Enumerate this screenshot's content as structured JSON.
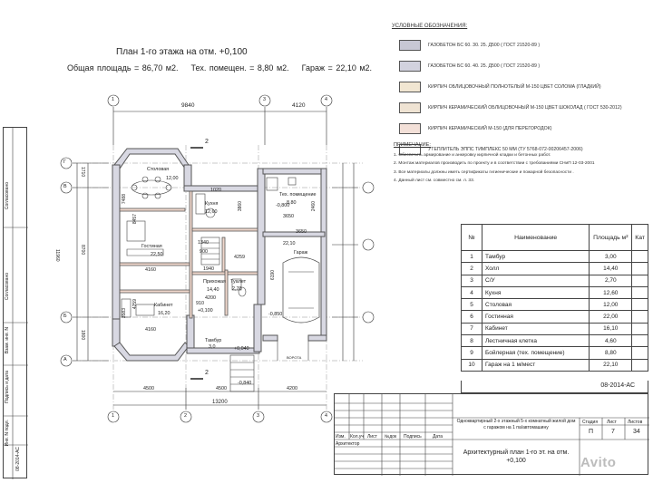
{
  "plan": {
    "title": "План 1-го этажа на отм. +0,100",
    "total_area": "Общая площадь = 86,70 м2.",
    "tech_room": "Тех. помещен. = 8,80 м2.",
    "garage": "Гараж = 22,10 м2."
  },
  "legend": {
    "header": "УСЛОВНЫЕ ОБОЗНАЧЕНИЯ:",
    "items": [
      {
        "label": "ГАЗОБЕТОН  БС 60. 30. 25. Д500  ( ГОСТ 21520-89 )",
        "color": "#c7c7d4"
      },
      {
        "label": "ГАЗОБЕТОН  БС 60. 40. 25. Д500 ( ГОСТ 21520-89 )",
        "color": "#d2d2de"
      },
      {
        "label": "КИРПИЧ ОБЛИЦОВОЧНЫЙ ПОЛНОТЕЛЫЙ М-150  ЦВЕТ СОЛОМА (ГЛАДКИЙ)",
        "color": "#f1e6d2"
      },
      {
        "label": "КИРПИЧ КЕРАМИЧЕСКИЙ ОБЛИЦОВОЧНЫЙ М-150  ЦВЕТ ШОКОЛАД ( ГОСТ 530-2012)",
        "color": "#efe3d3"
      },
      {
        "label": "КИРПИЧ КЕРАМИЧЕСКИЙ  М-150 (ДЛЯ  ПЕРЕГОРОДОК)",
        "color": "#f3e0d8"
      },
      {
        "label": "УТЕПЛИТЕЛЬ ЭППС ТИМПЛЕКС 50 ММ (ТУ 5768-072-00206457-2006)",
        "color": "#ffffff"
      }
    ]
  },
  "notes": {
    "header": "ПРИМЕЧАНИЕ:",
    "items": [
      "1. Обеспечить армирование и анкеровку кирпичной кладки и бетонных работ.",
      "2. Монтаж материалов производить по проекту и в соответствии с требованиями СНиП 12-03-2001",
      "3. Все материалы должны иметь сертификаты гигиенические и пожарной безопасности .",
      "4. Данный лист см. совместно см. л.   33."
    ]
  },
  "rooms_table": {
    "headers": {
      "num": "№",
      "name": "Наименование",
      "area": "Площадь м²",
      "cat": "Кат"
    },
    "rows": [
      {
        "num": "1",
        "name": "Тамбур",
        "area": "3,00"
      },
      {
        "num": "2",
        "name": "Холл",
        "area": "14,40"
      },
      {
        "num": "3",
        "name": "С/У",
        "area": "2,70"
      },
      {
        "num": "4",
        "name": "Кухня",
        "area": "12,60"
      },
      {
        "num": "5",
        "name": "Столовая",
        "area": "12,00"
      },
      {
        "num": "6",
        "name": "Гостинная",
        "area": "22,00"
      },
      {
        "num": "7",
        "name": "Кабинет",
        "area": "16,10"
      },
      {
        "num": "8",
        "name": "Лестничная клетка",
        "area": "4,60"
      },
      {
        "num": "9",
        "name": "Бойлерная (тех. помещение)",
        "area": "8,80"
      },
      {
        "num": "10",
        "name": "Гараж на 1 м/мест",
        "area": "22,10"
      }
    ]
  },
  "stamp": {
    "doc_code": "08-2014-АС",
    "col_headers": [
      "Изм.",
      "Кол.уч",
      "Лист",
      "№док",
      "Подпись",
      "Дата"
    ],
    "role": "Архитектор",
    "project": "Одноквартирный  2-х этажный 5-х  комнатный жилой дом с гаражом на 1 па/автомашину",
    "sheet_title": "Архитектурный план 1-го эт. на отм. +0,100",
    "stage_label": "Стадия",
    "stage": "П",
    "sheet_label": "Лист",
    "sheet": "7",
    "sheets_label": "Листов",
    "sheets": "34"
  },
  "left_strip": {
    "labels": [
      "Согласовано",
      "Согласовано",
      "Взам. инв. N",
      "Подпись и дата",
      "Инв. N подл.",
      "08-2014-АС"
    ]
  },
  "drawing": {
    "dims_top": [
      "9840",
      "4120"
    ],
    "dims_bottom": [
      "4500",
      "4500",
      "4200",
      "13200"
    ],
    "dims_left": [
      "11960",
      "8700",
      "1800",
      "1710"
    ],
    "axes_rows": [
      "Г",
      "В",
      "Б",
      "А"
    ],
    "axes_cols": [
      "1",
      "2",
      "3",
      "4"
    ],
    "rooms": [
      {
        "name": "Столовая",
        "area": "12,00"
      },
      {
        "name": "Кухня",
        "area": "12,60"
      },
      {
        "name": "Тех. помещение",
        "area": "8,80"
      },
      {
        "name": "Гостиная",
        "area": "22,50"
      },
      {
        "name": "Гараж",
        "area": "22,10"
      },
      {
        "name": "Прихожая",
        "area": "14,40"
      },
      {
        "name": "Кабинет",
        "area": "16,20"
      },
      {
        "name": "Тамбур",
        "area": "3,0"
      },
      {
        "name": "Туалет",
        "area": "2,70"
      }
    ],
    "levels": [
      "+0,100",
      "+0,040",
      "-0,800",
      "-0,850",
      "-0,840"
    ],
    "inner_dims": [
      "4160",
      "4160",
      "1340",
      "900",
      "1940",
      "4200",
      "3650",
      "3650",
      "6190",
      "7488",
      "8457",
      "3583",
      "4259",
      "1020",
      "3860",
      "2460",
      "910"
    ],
    "markers": [
      "2",
      "2",
      "ВОРОТА"
    ]
  },
  "watermark": "Avito"
}
